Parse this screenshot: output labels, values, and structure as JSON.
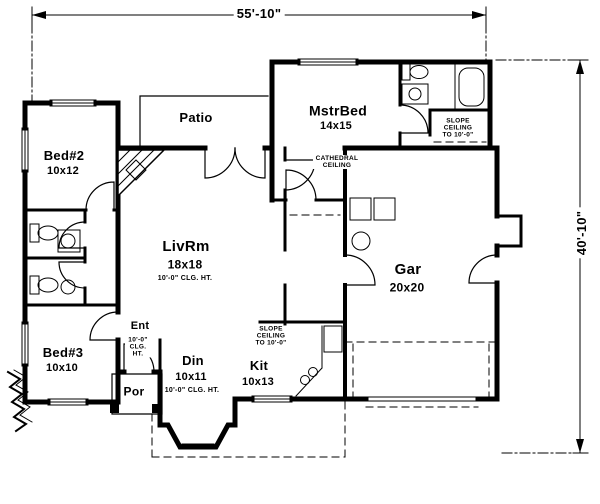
{
  "dimensions": {
    "overall_width": "55'-10\"",
    "overall_height": "40'-10\""
  },
  "rooms": {
    "patio": {
      "name": "Patio"
    },
    "mstrbed": {
      "name": "MstrBed",
      "size": "14x15"
    },
    "bed2": {
      "name": "Bed#2",
      "size": "10x12"
    },
    "bed3": {
      "name": "Bed#3",
      "size": "10x10"
    },
    "livrm": {
      "name": "LivRm",
      "size": "18x18",
      "ceiling_note": "10'-0\" CLG. HT."
    },
    "gar": {
      "name": "Gar",
      "size": "20x20"
    },
    "din": {
      "name": "Din",
      "size": "10x11",
      "ceiling_note": "10'-0\" CLG. HT."
    },
    "kit": {
      "name": "Kit",
      "size": "10x13"
    },
    "ent": {
      "name": "Ent",
      "ceiling_note": "10'-0\" CLG. HT."
    },
    "por": {
      "name": "Por"
    }
  },
  "annotations": {
    "mstrbed_ceiling": "CATHEDRAL CEILING",
    "bath_slope": "SLOPE CEILING TO 10'-0\"",
    "kit_slope": "SLOPE CEILING TO 10'-0\""
  }
}
